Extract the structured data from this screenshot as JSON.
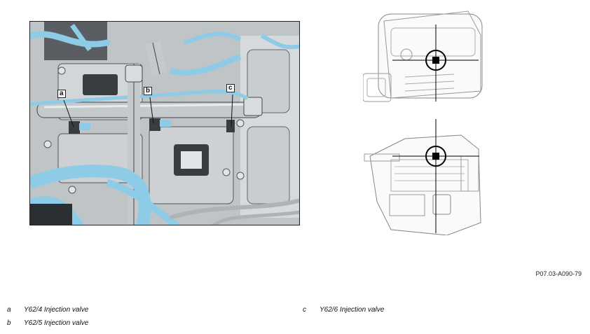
{
  "figure": {
    "callouts": [
      "a",
      "b",
      "c"
    ]
  },
  "reference_code": "P07.03-A090-79",
  "legend": [
    {
      "key": "a",
      "text": "Y62/4 Injection valve"
    },
    {
      "key": "b",
      "text": "Y62/5 Injection valve"
    },
    {
      "key": "c",
      "text": "Y62/6 Injection valve"
    }
  ],
  "colors": {
    "hose_blue": "#8ecbe6",
    "metal_gray": "#c4c9cc",
    "dark_shadow": "#3a3d40",
    "outline": "#222222"
  }
}
